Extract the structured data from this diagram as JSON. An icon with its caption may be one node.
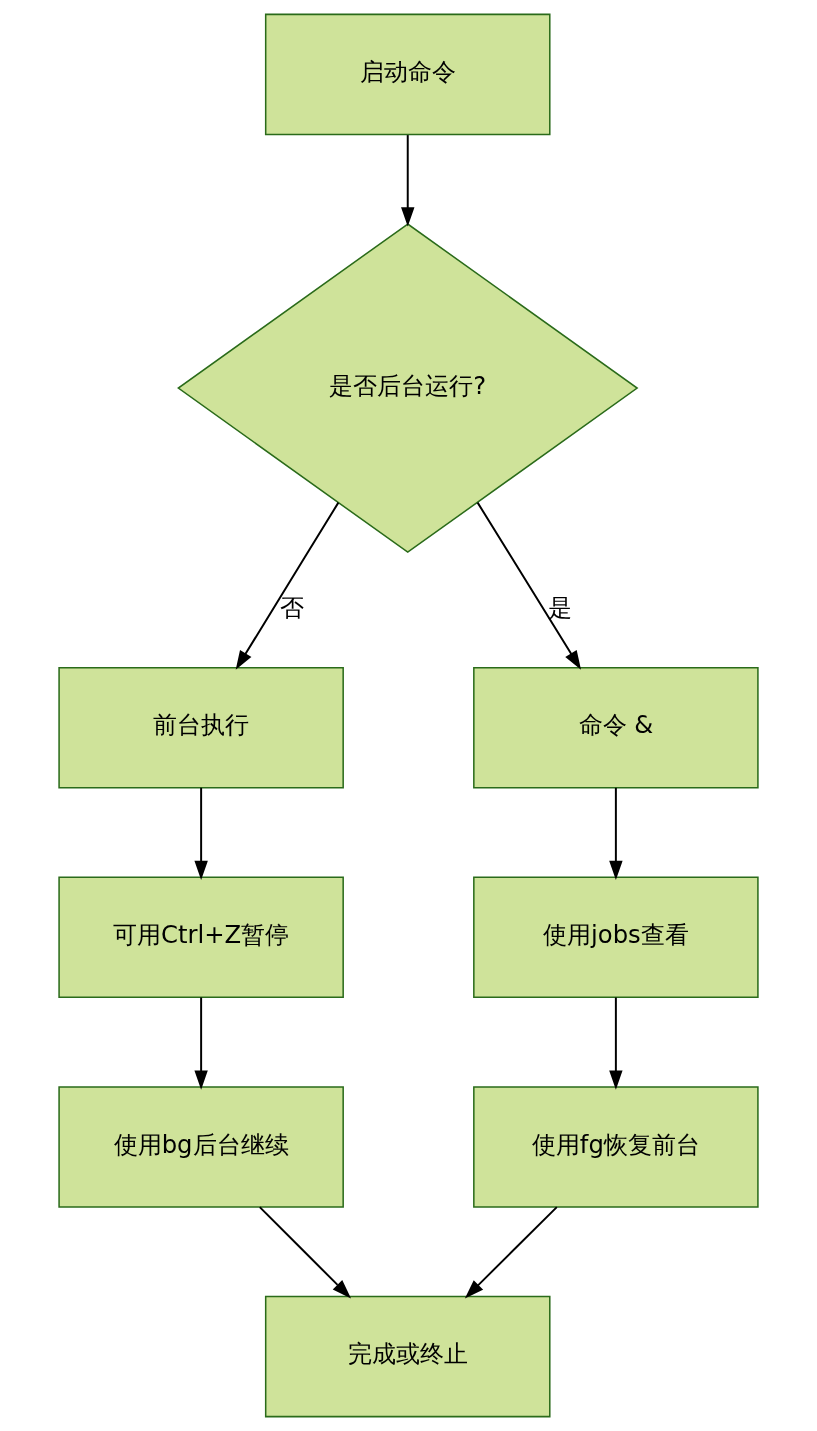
{
  "diagram": {
    "nodes": [
      {
        "text": [
          "启动命令"
        ]
      },
      {
        "text": [
          "是否后台运行?"
        ]
      },
      {
        "text": [
          "前台执行"
        ]
      },
      {
        "text": [
          "命令 &"
        ]
      },
      {
        "text": [
          "可用Ctrl+Z暂停"
        ]
      },
      {
        "text": [
          "使用jobs查看"
        ]
      },
      {
        "text": [
          "使用bg后台继续"
        ]
      },
      {
        "text": [
          "使用fg恢复前台"
        ]
      },
      {
        "text": [
          "完成或终止"
        ]
      }
    ],
    "edges": [
      {
        "from": 0,
        "to": 1,
        "arrow": "to"
      },
      {
        "from": 1,
        "to": 2,
        "arrow": "to",
        "label": "否"
      },
      {
        "from": 1,
        "to": 3,
        "arrow": "to",
        "label": "是"
      },
      {
        "from": 2,
        "to": 4,
        "arrow": "to"
      },
      {
        "from": 3,
        "to": 5,
        "arrow": "to"
      },
      {
        "from": 4,
        "to": 6,
        "arrow": "to"
      },
      {
        "from": 5,
        "to": 7,
        "arrow": "to"
      },
      {
        "from": 6,
        "to": 8,
        "arrow": "to"
      },
      {
        "from": 7,
        "to": 8,
        "arrow": "to"
      }
    ]
  }
}
